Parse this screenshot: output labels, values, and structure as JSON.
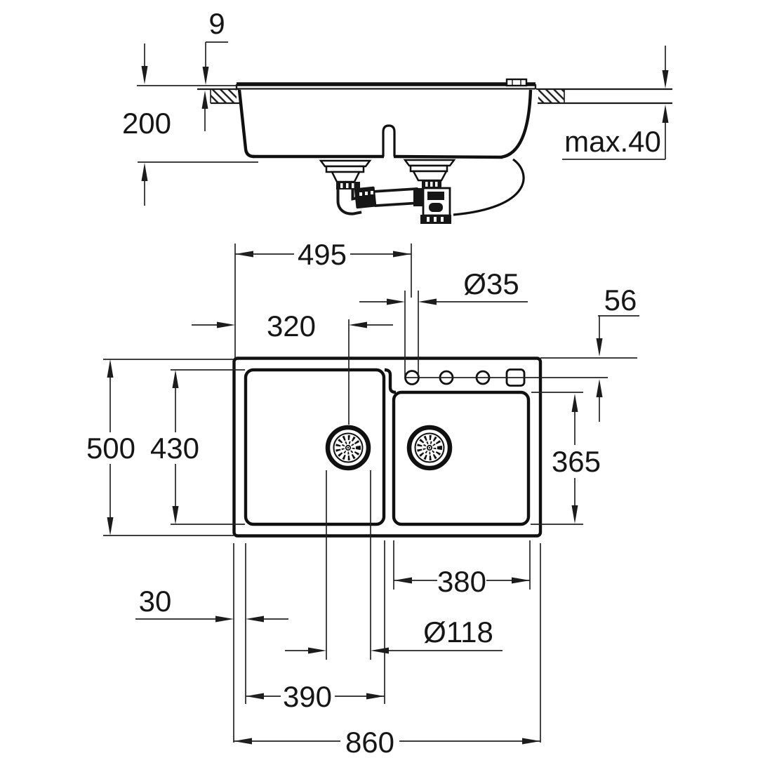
{
  "drawing": {
    "colors": {
      "background": "#ffffff",
      "line": "#1a1a1a"
    },
    "section_view": {
      "labels": {
        "rim_height": "9",
        "overall_height": "200",
        "worktop_thickness": "max.40"
      }
    },
    "plan_view": {
      "labels": {
        "tap_center_from_left": "495",
        "drain_center_from_left": "320",
        "tap_hole_diameter": "Ø35",
        "tap_center_from_rear_edge": "56",
        "overall_depth": "500",
        "bowl_inner_depth": "430",
        "right_bowl_inner_depth": "365",
        "right_bowl_inner_width": "380",
        "edge_to_bowl_gap": "30",
        "drain_hole_diameter": "Ø118",
        "left_bowl_inner_width": "390",
        "overall_width": "860"
      }
    }
  }
}
